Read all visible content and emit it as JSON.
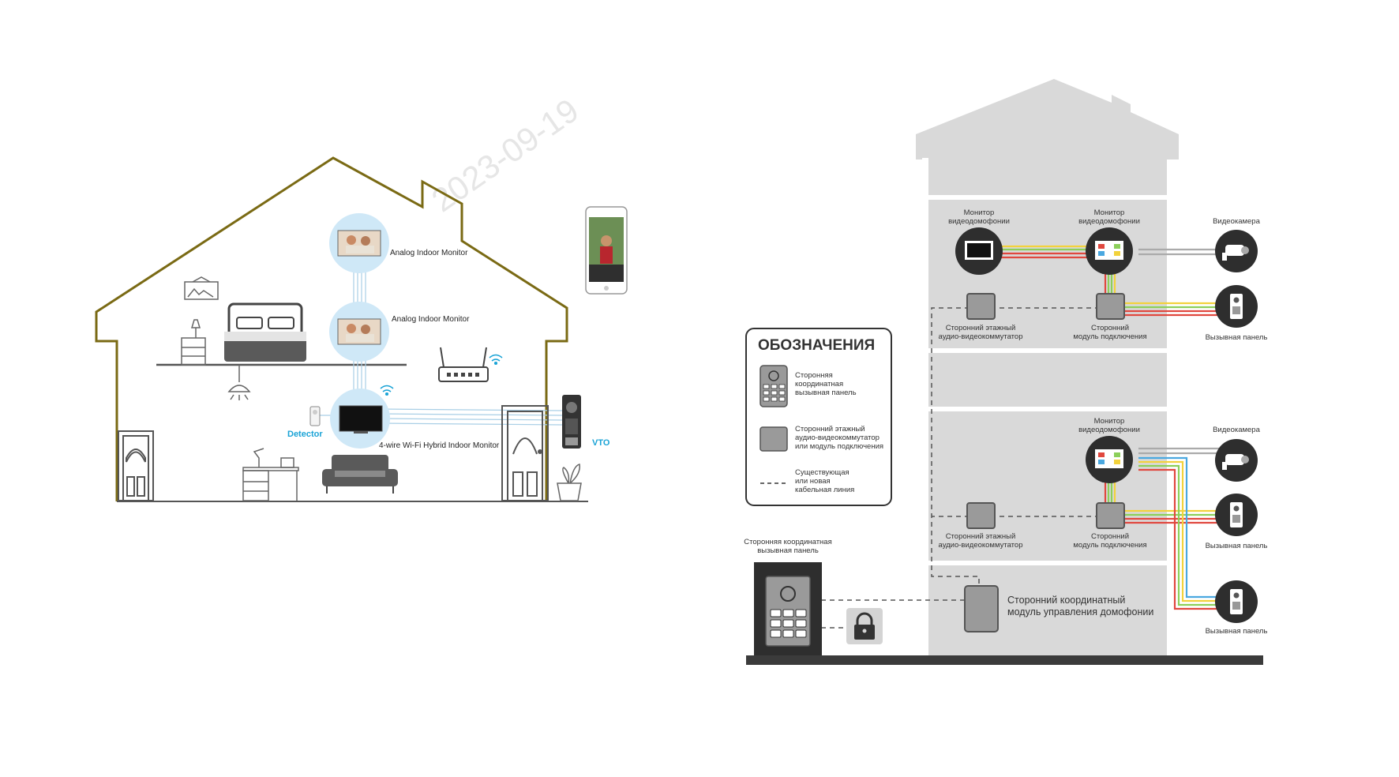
{
  "left_diagram": {
    "monitor_top_label": "Analog Indoor Monitor",
    "monitor_mid_label": "Analog Indoor Monitor",
    "monitor_main_label": "4-wire Wi-Fi Hybrid Indoor Monitor",
    "detector_label": "Detector",
    "vto_label": "VTO",
    "watermark": "2023-09-19"
  },
  "right_diagram": {
    "legend": {
      "title": "ОБОЗНАЧЕНИЯ",
      "item1": [
        "Сторонняя",
        "координатная",
        "вызывная панель"
      ],
      "item2": [
        "Сторонний этажный",
        "аудио-видеокоммутатор",
        "или модуль подключения"
      ],
      "item3": [
        "Существующая",
        "или новая",
        "кабельная линия"
      ]
    },
    "monitor_label": [
      "Монитор",
      "видеодомофонии"
    ],
    "camera_label": "Видеокамера",
    "call_panel_label": "Вызывная панель",
    "floor_switch_label": [
      "Сторонний этажный",
      "аудио-видеокоммутатор"
    ],
    "conn_module_label": [
      "Сторонний",
      "модуль подключения"
    ],
    "outdoor_panel_label": [
      "Сторонняя координатная",
      "вызывная панель"
    ],
    "control_module_label": [
      "Сторонний координатный",
      "модуль управления домофонии"
    ]
  },
  "colors": {
    "house_outline": "#7a6a14",
    "building_gray": "#d9d9d9",
    "device_dark": "#2e2e2e",
    "wire_yellow": "#f2d23c",
    "wire_green": "#8ccf5a",
    "wire_red": "#e0483f",
    "wire_blue": "#4aa8e0",
    "accent_blue": "#1aa3d6"
  }
}
